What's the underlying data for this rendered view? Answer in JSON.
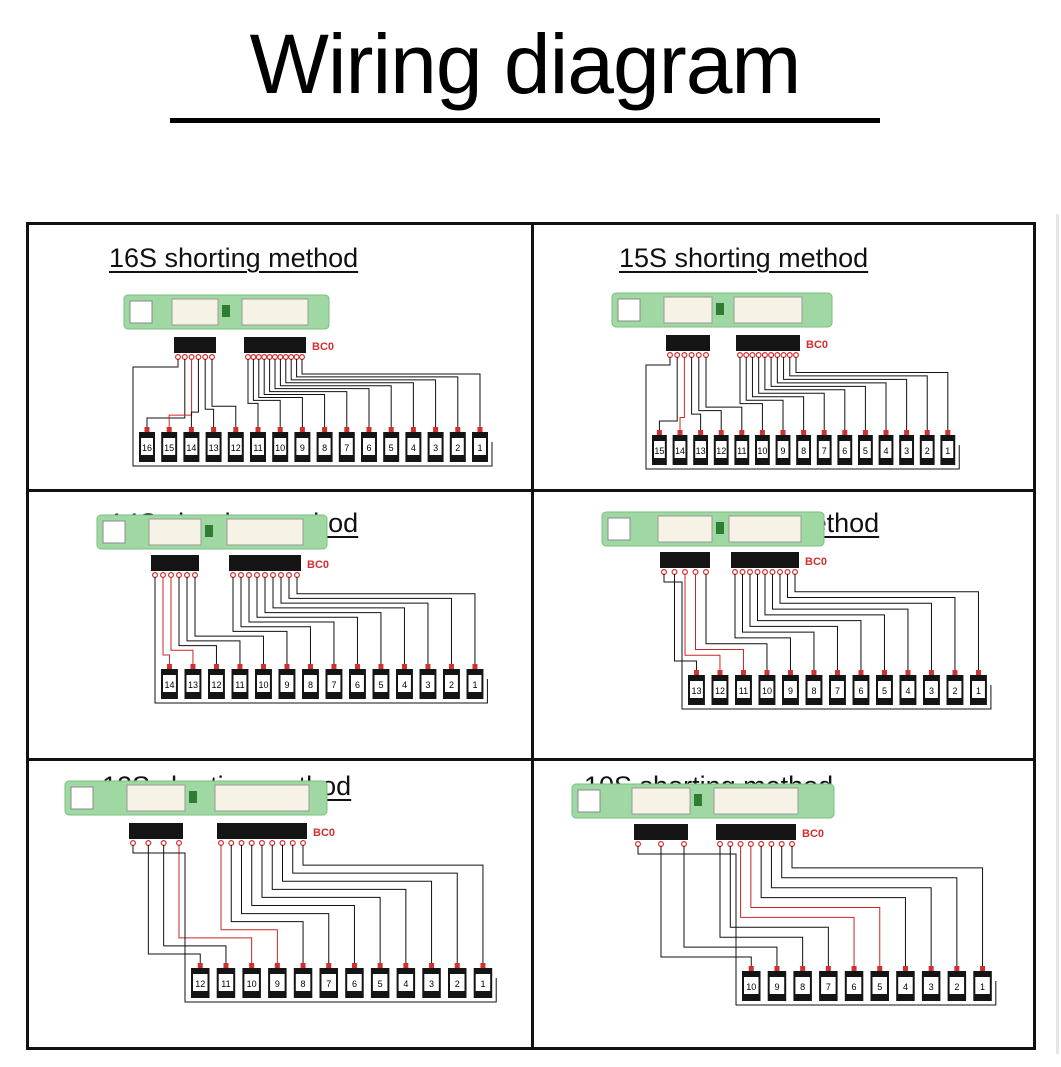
{
  "title": "Wiring diagram",
  "connector_label": "BC0",
  "colors": {
    "ink": "#111111",
    "short_wire": "#c62828",
    "pin": "#d32f2f",
    "board": "#9fd8a3",
    "connector": "#f6f3e6",
    "cell": "#141414"
  },
  "panels": [
    {
      "id": "16s",
      "title": "16S shorting method",
      "cells": [
        "16",
        "15",
        "14",
        "13",
        "12",
        "11",
        "10",
        "9",
        "8",
        "7",
        "6",
        "5",
        "4",
        "3",
        "2",
        "1"
      ]
    },
    {
      "id": "15s",
      "title": "15S shorting method",
      "cells": [
        "15",
        "14",
        "13",
        "12",
        "11",
        "10",
        "9",
        "8",
        "7",
        "6",
        "5",
        "4",
        "3",
        "2",
        "1"
      ]
    },
    {
      "id": "14s",
      "title": "14S shorting method",
      "cells": [
        "14",
        "13",
        "12",
        "11",
        "10",
        "9",
        "8",
        "7",
        "6",
        "5",
        "4",
        "3",
        "2",
        "1"
      ]
    },
    {
      "id": "13s",
      "title": "13S shorting method",
      "cells": [
        "13",
        "12",
        "11",
        "10",
        "9",
        "8",
        "7",
        "6",
        "5",
        "4",
        "3",
        "2",
        "1"
      ]
    },
    {
      "id": "12s",
      "title": "12S shorting method",
      "cells": [
        "12",
        "11",
        "10",
        "9",
        "8",
        "7",
        "6",
        "5",
        "4",
        "3",
        "2",
        "1"
      ]
    },
    {
      "id": "10s",
      "title": "10S shorting method",
      "cells": [
        "10",
        "9",
        "8",
        "7",
        "6",
        "5",
        "4",
        "3",
        "2",
        "1"
      ]
    }
  ]
}
